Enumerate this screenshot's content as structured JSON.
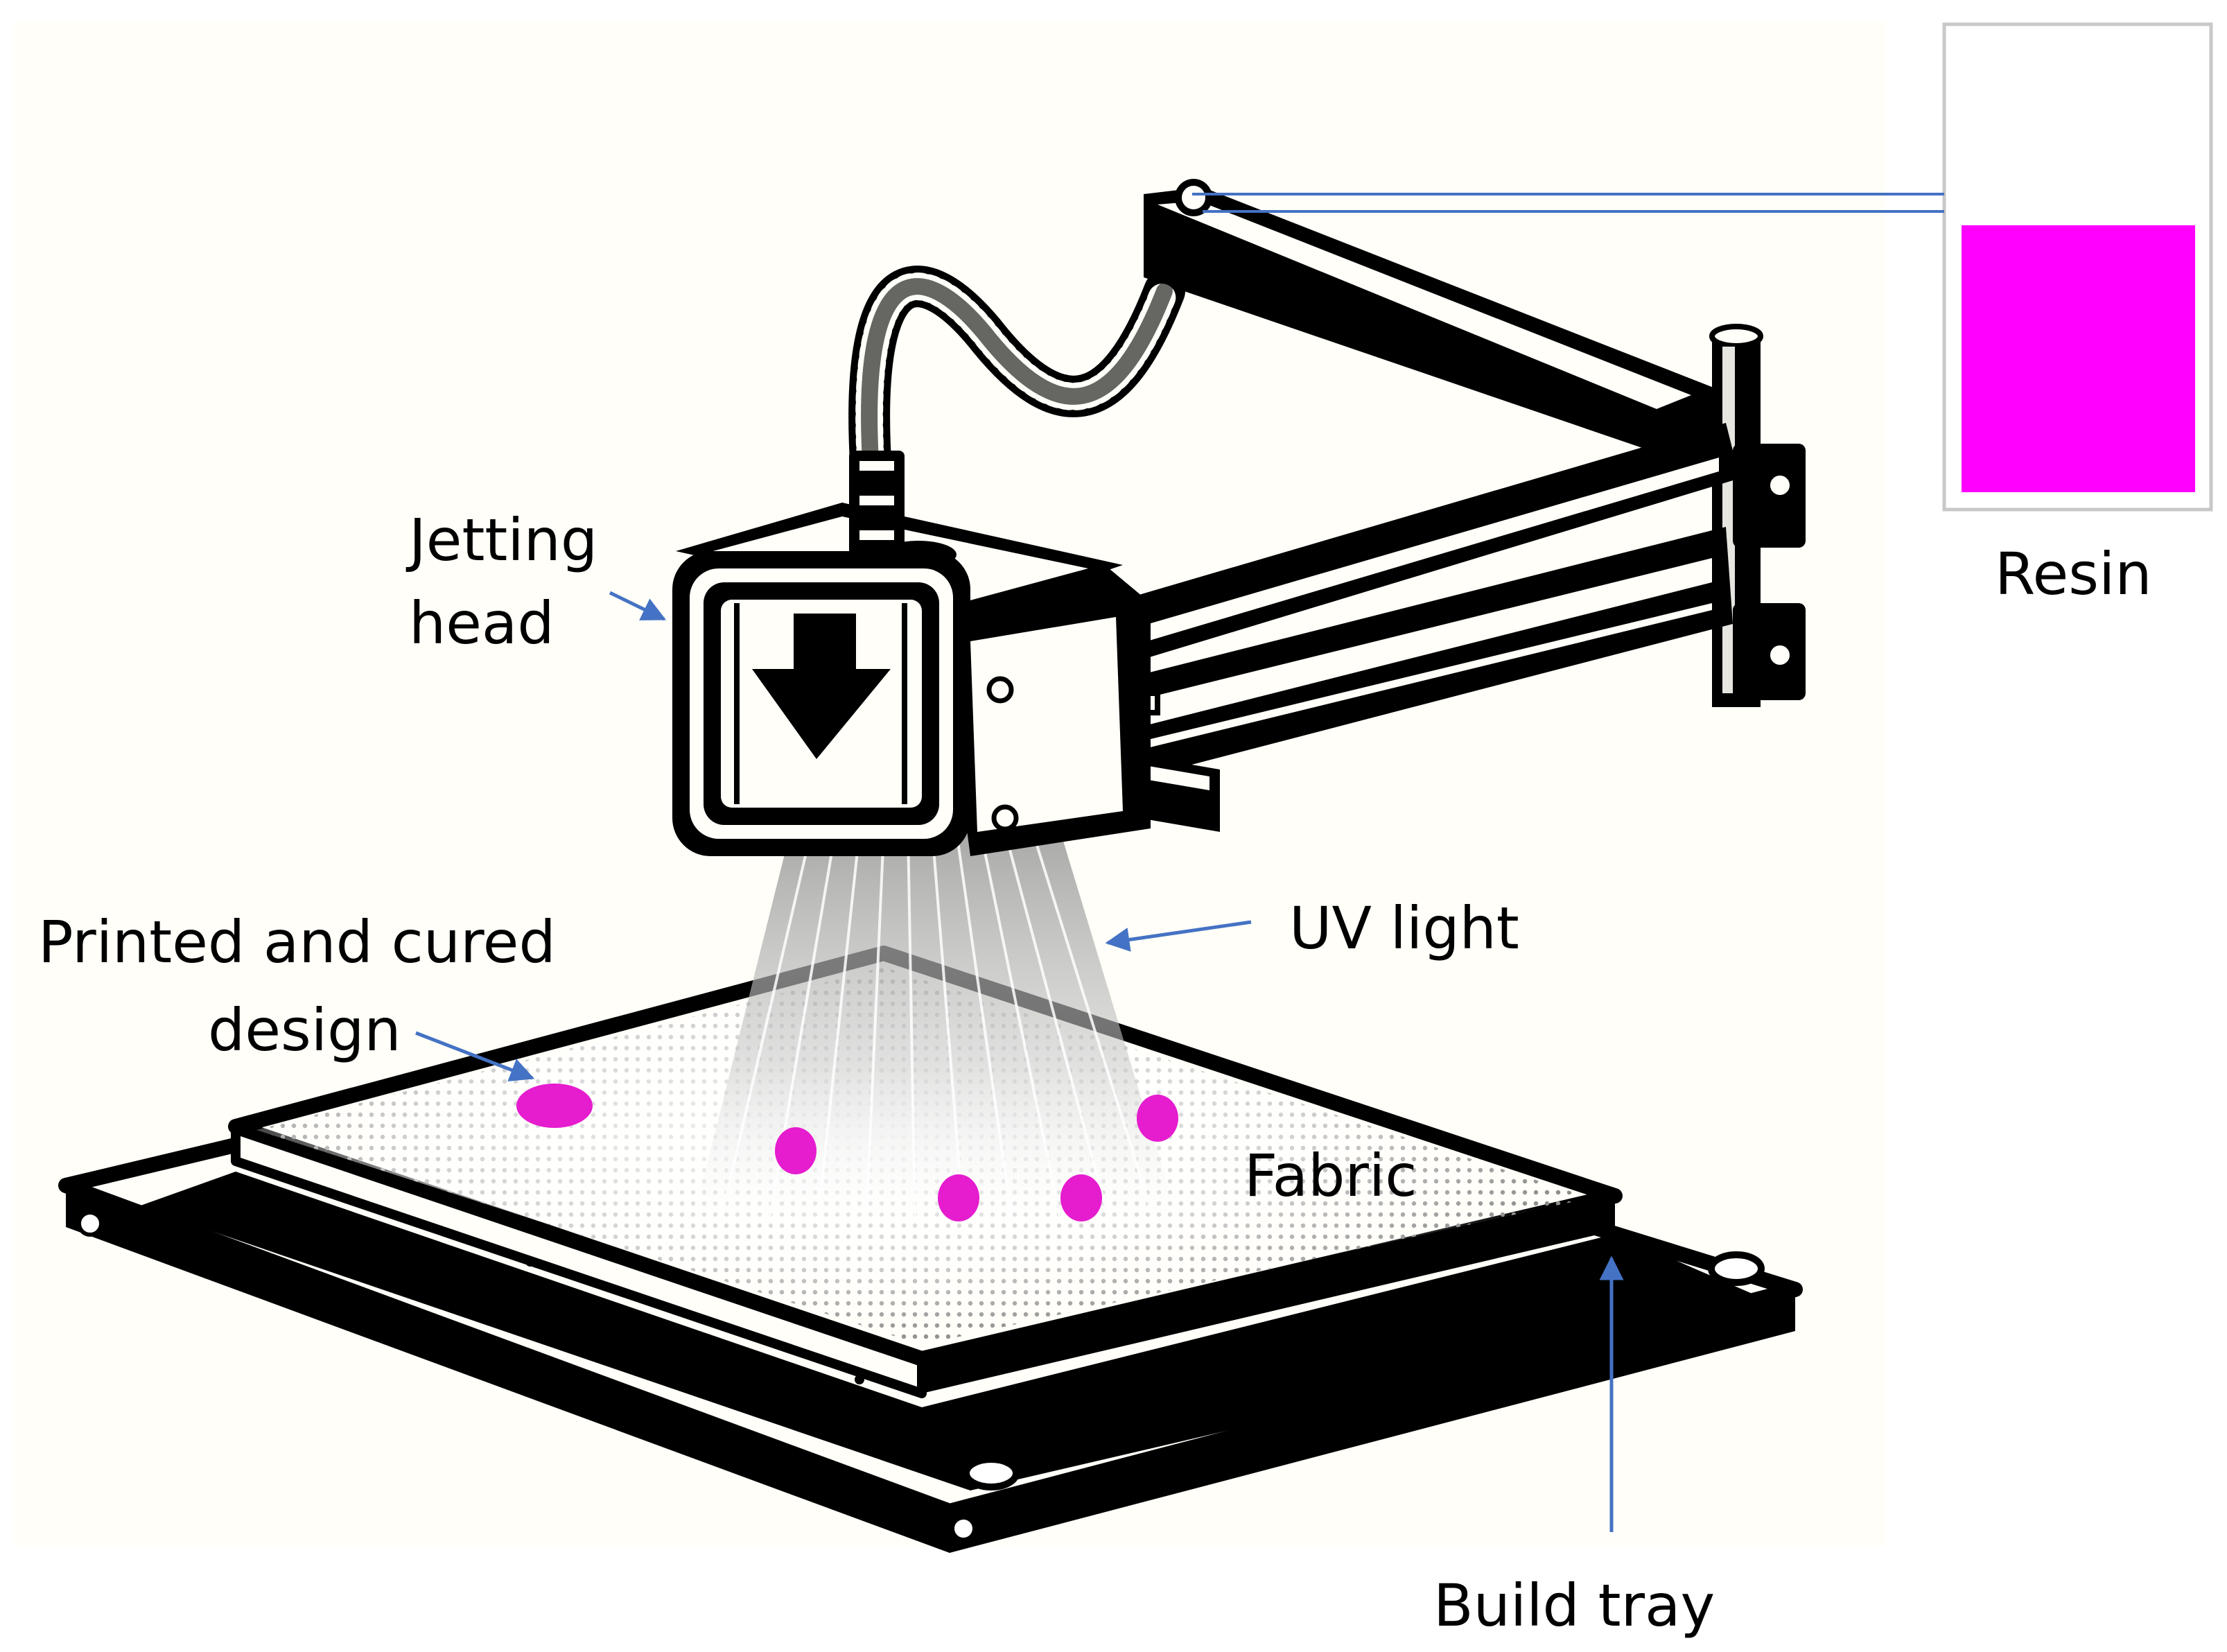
{
  "labels": {
    "jetting_head_line1": "Jetting",
    "jetting_head_line2": "head",
    "resin": "Resin",
    "uv_light": "UV light",
    "printed_line1": "Printed and cured",
    "printed_line2": "design",
    "fabric": "Fabric",
    "build_tray": "Build tray"
  },
  "icons": {
    "jetting_head_symbol": "down-arrow"
  },
  "colors": {
    "resin": "#ff00ff",
    "design_dots": "#e61ccf",
    "leader_arrows": "#4472c4",
    "ink": "#000000",
    "paper": "#fffef8"
  }
}
